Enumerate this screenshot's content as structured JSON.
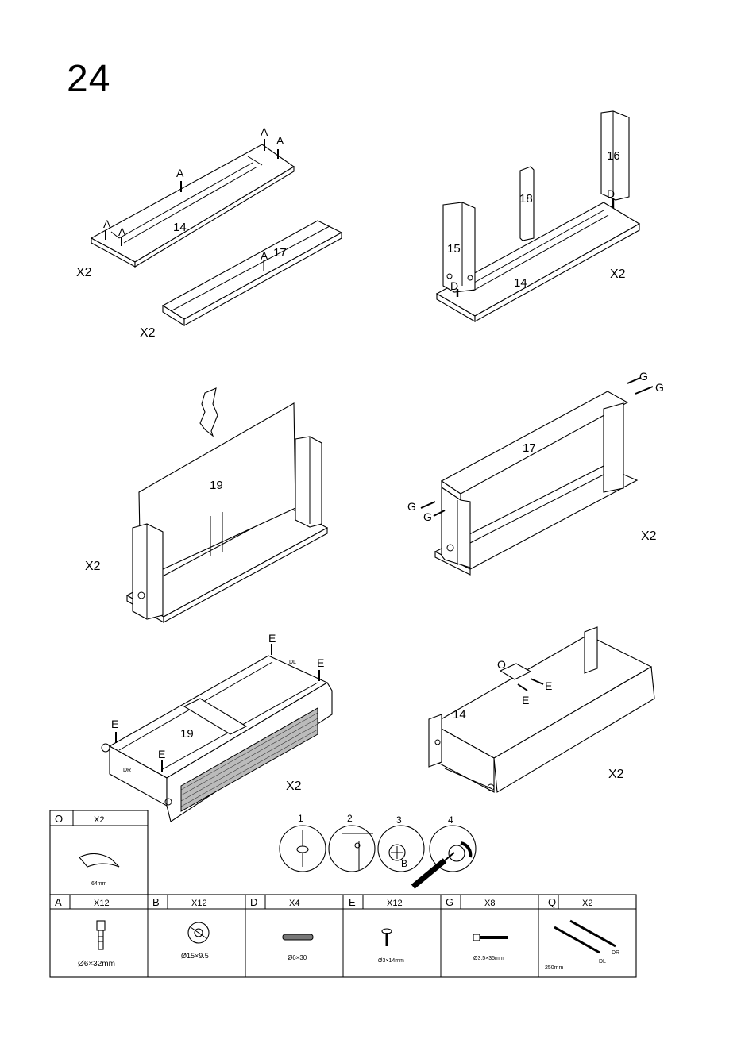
{
  "step_number": "24",
  "multipliers": {
    "p1a": "X2",
    "p1b": "X2",
    "p2": "X2",
    "p3": "X2",
    "p4": "X2",
    "p5": "X2",
    "p6": "X2"
  },
  "part_numbers": {
    "p14a": "14",
    "p17a": "17",
    "p16": "16",
    "p18": "18",
    "p15": "15",
    "p14b": "14",
    "p19a": "19",
    "p17b": "17",
    "p19b": "19",
    "p14c": "14"
  },
  "fastener_letters": {
    "A": "A",
    "D": "D",
    "G": "G",
    "E": "E",
    "O": "O",
    "B": "B"
  },
  "drawer_marks": {
    "dl": "DL",
    "dr": "DR"
  },
  "cam_steps": [
    "1",
    "2",
    "3",
    "4"
  ],
  "hardware_top": {
    "letter": "O",
    "qty": "X2",
    "size": "64mm"
  },
  "hardware": [
    {
      "letter": "A",
      "qty": "X12",
      "size": "Ø6×32mm",
      "icon": "cam-bolt-icon"
    },
    {
      "letter": "B",
      "qty": "X12",
      "size": "Ø15×9.5",
      "icon": "cam-lock-icon"
    },
    {
      "letter": "D",
      "qty": "X4",
      "size": "Ø6×30",
      "icon": "dowel-icon"
    },
    {
      "letter": "E",
      "qty": "X12",
      "size": "Ø3×14mm",
      "icon": "short-screw-icon"
    },
    {
      "letter": "G",
      "qty": "X8",
      "size": "Ø3.5×35mm",
      "icon": "long-screw-icon"
    },
    {
      "letter": "Q",
      "qty": "X2",
      "size": "250mm",
      "icon": "drawer-runner-icon",
      "sub_dr": "DR",
      "sub_dl": "DL"
    }
  ]
}
